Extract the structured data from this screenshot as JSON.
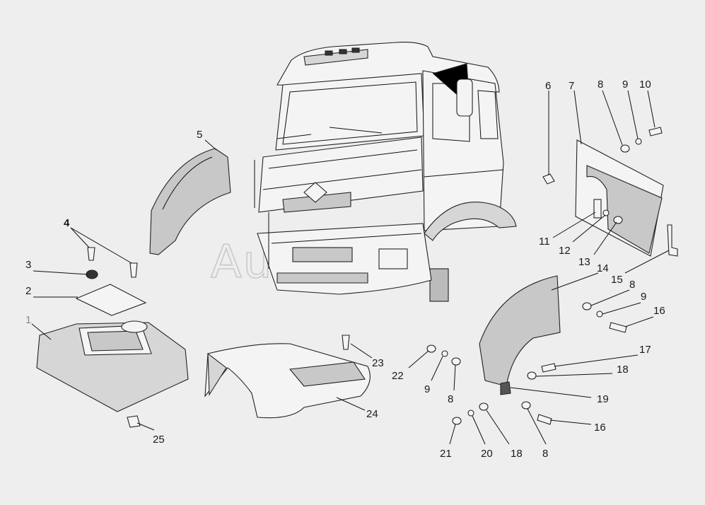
{
  "watermark": "AutoSoft",
  "callouts": [
    {
      "id": "c1",
      "text": "1"
    },
    {
      "id": "c2",
      "text": "2"
    },
    {
      "id": "c3",
      "text": "3"
    },
    {
      "id": "c4",
      "text": "4"
    },
    {
      "id": "c5",
      "text": "5"
    },
    {
      "id": "c6",
      "text": "6"
    },
    {
      "id": "c7",
      "text": "7"
    },
    {
      "id": "c8a",
      "text": "8"
    },
    {
      "id": "c9a",
      "text": "9"
    },
    {
      "id": "c10",
      "text": "10"
    },
    {
      "id": "c11",
      "text": "11"
    },
    {
      "id": "c12",
      "text": "12"
    },
    {
      "id": "c13",
      "text": "13"
    },
    {
      "id": "c14",
      "text": "14"
    },
    {
      "id": "c15",
      "text": "15"
    },
    {
      "id": "c8b",
      "text": "8"
    },
    {
      "id": "c9b",
      "text": "9"
    },
    {
      "id": "c16a",
      "text": "16"
    },
    {
      "id": "c17",
      "text": "17"
    },
    {
      "id": "c18a",
      "text": "18"
    },
    {
      "id": "c19",
      "text": "19"
    },
    {
      "id": "c16b",
      "text": "16"
    },
    {
      "id": "c8c",
      "text": "8"
    },
    {
      "id": "c18b",
      "text": "18"
    },
    {
      "id": "c20",
      "text": "20"
    },
    {
      "id": "c21",
      "text": "21"
    },
    {
      "id": "c22",
      "text": "22"
    },
    {
      "id": "c9c",
      "text": "9"
    },
    {
      "id": "c8d",
      "text": "8"
    },
    {
      "id": "c23",
      "text": "23"
    },
    {
      "id": "c24",
      "text": "24"
    },
    {
      "id": "c25",
      "text": "25"
    }
  ]
}
